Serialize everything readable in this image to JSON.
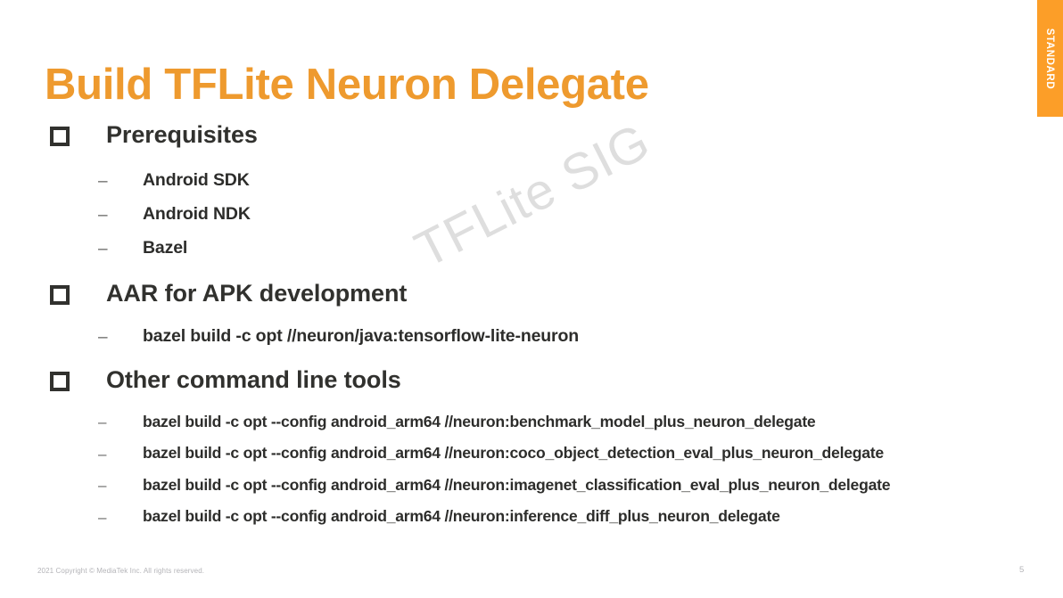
{
  "slide": {
    "title": "Build TFLite Neuron Delegate",
    "page_number": "5",
    "ribbon_label": "STANDARD",
    "watermark": "TFLite SIG",
    "copyright": "2021 Copyright © MediaTek Inc. All rights reserved.",
    "colors": {
      "title": "#EE9A2E",
      "ribbon": "#FC9E28",
      "body_text": "#31312E",
      "watermark": "#DEDEDE",
      "footer_text": "#B4B4B8",
      "background": "#FFFFFF"
    }
  },
  "markers": {
    "level1": "□",
    "level2": "–"
  },
  "sections": [
    {
      "heading": "Prerequisites",
      "items": [
        "Android SDK",
        "Android NDK",
        "Bazel"
      ]
    },
    {
      "heading": "AAR for APK development",
      "items": [
        "bazel build -c opt //neuron/java:tensorflow-lite-neuron"
      ]
    },
    {
      "heading": "Other command line tools",
      "items": [
        "bazel build -c opt --config android_arm64 //neuron:benchmark_model_plus_neuron_delegate",
        "bazel build -c opt --config android_arm64 //neuron:coco_object_detection_eval_plus_neuron_delegate",
        "bazel build -c opt --config android_arm64 //neuron:imagenet_classification_eval_plus_neuron_delegate",
        "bazel build -c opt --config android_arm64 //neuron:inference_diff_plus_neuron_delegate"
      ]
    }
  ]
}
